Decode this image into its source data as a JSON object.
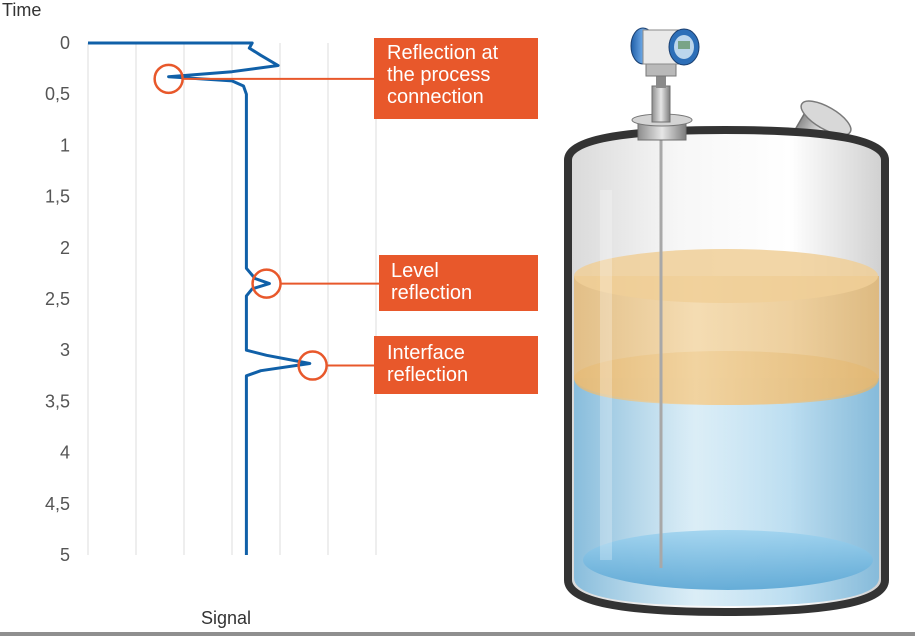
{
  "chart_data": {
    "type": "line",
    "title": "",
    "ylabel": "Time",
    "xlabel": "Signal",
    "ylim": [
      0,
      5
    ],
    "y_inverted": true,
    "y_ticks": [
      "0",
      "0,5",
      "1",
      "1,5",
      "2",
      "2,5",
      "3",
      "3,5",
      "4",
      "4,5",
      "5"
    ],
    "grid": true,
    "series": [
      {
        "values": [
          {
            "t": 0.0,
            "s": 0.0
          },
          {
            "t": 0.0,
            "s": 0.57
          },
          {
            "t": 0.05,
            "s": 0.56
          },
          {
            "t": 0.12,
            "s": 0.6
          },
          {
            "t": 0.22,
            "s": 0.66
          },
          {
            "t": 0.28,
            "s": 0.5
          },
          {
            "t": 0.33,
            "s": 0.28
          },
          {
            "t": 0.37,
            "s": 0.5
          },
          {
            "t": 0.42,
            "s": 0.54
          },
          {
            "t": 0.5,
            "s": 0.55
          },
          {
            "t": 2.2,
            "s": 0.55
          },
          {
            "t": 2.3,
            "s": 0.58
          },
          {
            "t": 2.35,
            "s": 0.63
          },
          {
            "t": 2.4,
            "s": 0.57
          },
          {
            "t": 2.47,
            "s": 0.55
          },
          {
            "t": 3.0,
            "s": 0.55
          },
          {
            "t": 3.05,
            "s": 0.62
          },
          {
            "t": 3.13,
            "s": 0.77
          },
          {
            "t": 3.2,
            "s": 0.6
          },
          {
            "t": 3.25,
            "s": 0.55
          },
          {
            "t": 5.0,
            "s": 0.55
          }
        ]
      }
    ],
    "annotations": [
      {
        "t": 0.35,
        "s": 0.28,
        "lines": [
          "Reflection at",
          "the process",
          "connection"
        ]
      },
      {
        "t": 2.35,
        "s": 0.62,
        "lines": [
          "Level",
          "reflection"
        ]
      },
      {
        "t": 3.15,
        "s": 0.78,
        "lines": [
          "Interface",
          "reflection"
        ]
      }
    ]
  },
  "colors": {
    "signal_line": "#1060a8",
    "callout": "#e8582b",
    "grid": "#dddddd",
    "upper_layer": "#efc382",
    "lower_layer": "#8ec9ea"
  }
}
